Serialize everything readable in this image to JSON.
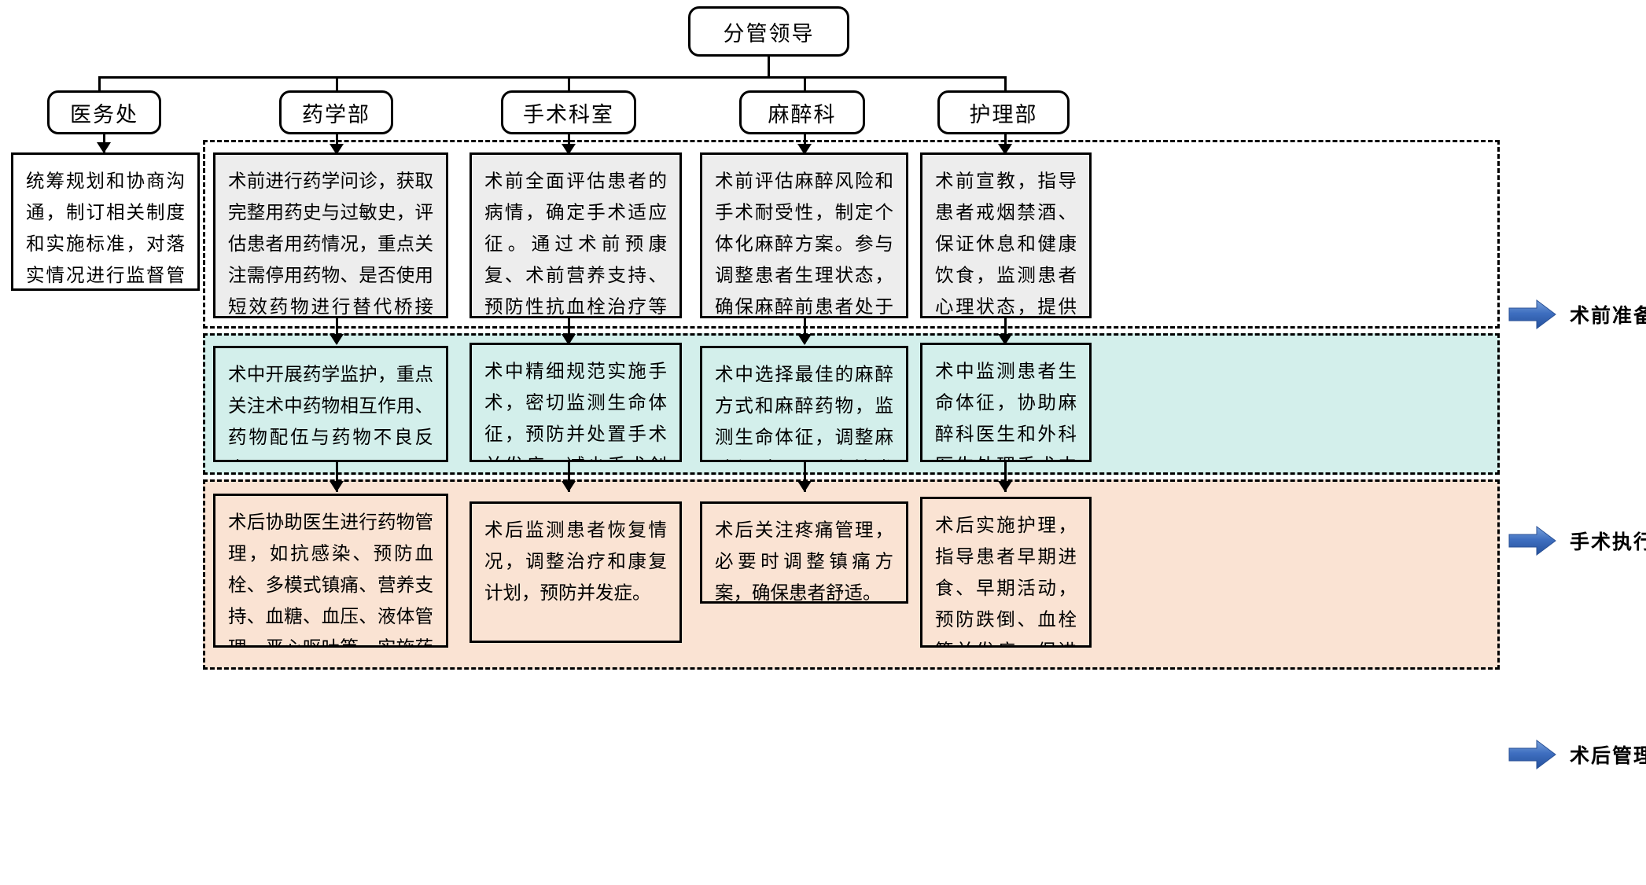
{
  "top": {
    "label": "分管领导"
  },
  "departments": [
    {
      "name": "医务处"
    },
    {
      "name": "药学部"
    },
    {
      "name": "手术科室"
    },
    {
      "name": "麻醉科"
    },
    {
      "name": "护理部"
    }
  ],
  "stages": [
    {
      "label": "术前准备",
      "arrow_color": "#3f6fc0"
    },
    {
      "label": "手术执行",
      "arrow_color": "#3f6fc0"
    },
    {
      "label": "术后管理",
      "arrow_color": "#3f6fc0"
    }
  ],
  "cells": {
    "medical_affairs_overall": "统筹规划和协商沟通，制订相关制度和实施标准，对落实情况进行监督管理，并持续改进。",
    "pre": {
      "pharmacy": "术前进行药学问诊，获取完整用药史与过敏史，评估患者用药情况，重点关注需停用药物、是否使用短效药物进行替代桥接等，调整术前用药方案，制订用药建议。",
      "surgery": "术前全面评估患者的病情，确定手术适应征。通过术前预康复、术前营养支持、预防性抗血栓治疗等纠正影响手术或恢复的危险因素，提高手术耐受性。",
      "anesthesia": "术前评估麻醉风险和手术耐受性，制定个体化麻醉方案。参与调整患者生理状态，确保麻醉前患者处于最佳状态，减少麻醉风险。",
      "nursing": "术前宣教，指导患者戒烟禁酒、保证休息和健康饮食，监测患者心理状态，提供必要的心理支持和健康教育。"
    },
    "intra": {
      "pharmacy": "术中开展药学监护，重点关注术中药物相互作用、药物配伍与药物不良反应。",
      "surgery": "术中精细规范实施手术，密切监测生命体征，预防并处置手术并发症，减少手术创伤应激。",
      "anesthesia": "术中选择最佳的麻醉方式和麻醉药物，监测生命体征，调整麻醉深度，预防并发症。",
      "nursing": "术中监测患者生命体征，协助麻醉科医生和外科医生处理手术中的紧急情况。"
    },
    "post": {
      "pharmacy": "术后协助医生进行药物管理，如抗感染、预防血栓、多模式镇痛、营养支持、血糖、血压、液体管理、恶心呕吐等，实施药学监护，开展出院用药教育。",
      "surgery": "术后监测患者恢复情况，调整治疗和康复计划，预防并发症。",
      "anesthesia": "术后关注疼痛管理，必要时调整镇痛方案，确保患者舒适。",
      "nursing": "术后实施护理，指导患者早期进食、早期活动，预防跌倒、血栓等并发症，促进患者快速康复。"
    }
  },
  "colors": {
    "pre_band_fill": "#ffffff",
    "pre_box_fill": "#ededed",
    "intra_fill": "#d3efeb",
    "post_fill": "#fae3d3",
    "border": "#000000",
    "arrow_blue": "#3f6fc0"
  }
}
